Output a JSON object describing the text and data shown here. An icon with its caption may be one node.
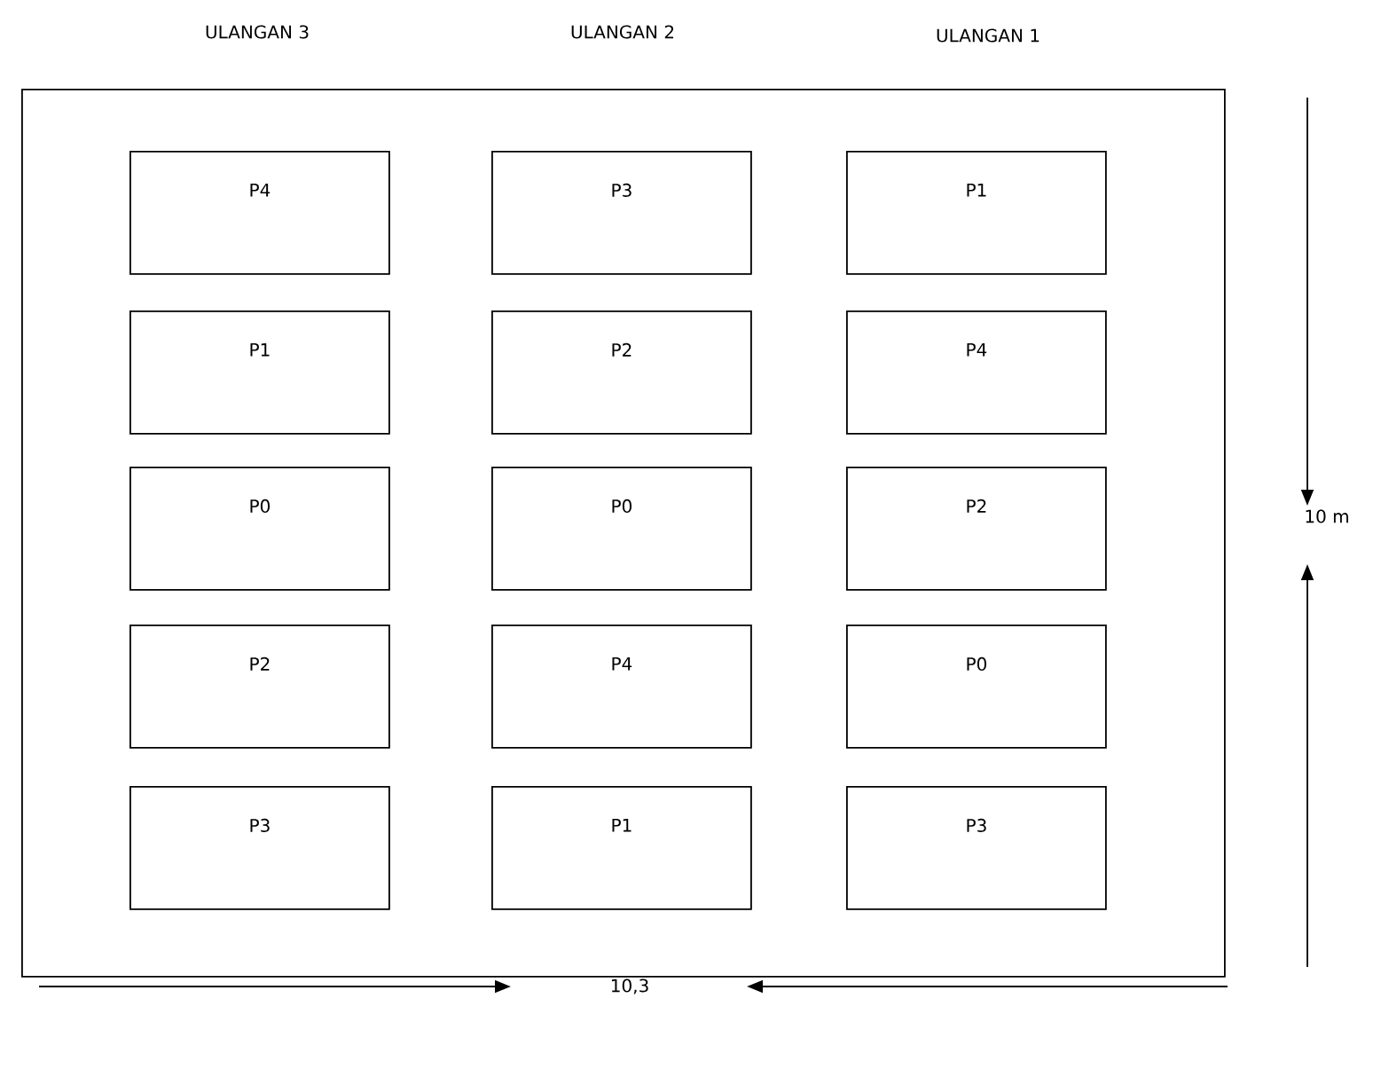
{
  "diagram": {
    "nodes": [
      {
        "text": [],
        "shape": "box"
      },
      {
        "text": [
          "P4"
        ],
        "in": 0
      },
      {
        "text": [
          "P3"
        ],
        "in": 0
      },
      {
        "text": [
          "P1"
        ],
        "in": 0
      },
      {
        "text": [
          "P1"
        ],
        "in": 0
      },
      {
        "text": [
          "P2"
        ],
        "in": 0
      },
      {
        "text": [
          "P4"
        ],
        "in": 0
      },
      {
        "text": [
          "P0"
        ],
        "in": 0
      },
      {
        "text": [
          "P0"
        ],
        "in": 0
      },
      {
        "text": [
          "P2"
        ],
        "in": 0
      },
      {
        "text": [
          "P2"
        ],
        "in": 0
      },
      {
        "text": [
          "P4"
        ],
        "in": 0
      },
      {
        "text": [
          "P0"
        ],
        "in": 0
      },
      {
        "text": [
          "P3"
        ],
        "in": 0
      },
      {
        "text": [
          "P1"
        ],
        "in": 0
      },
      {
        "text": [
          "P3"
        ],
        "in": 0
      }
    ],
    "labels": [
      "ULANGAN 3",
      "ULANGAN 2",
      "ULANGAN 1",
      "10 m",
      "10,3"
    ]
  }
}
